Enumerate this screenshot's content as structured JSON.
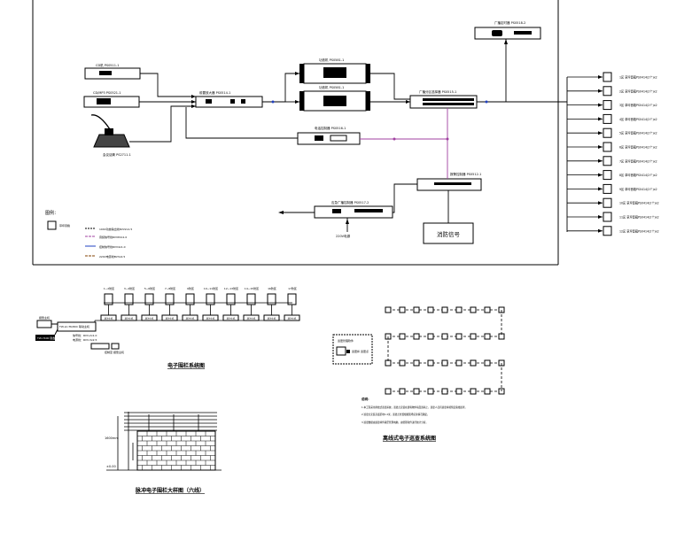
{
  "broadcast": {
    "device_labels": {
      "cd_player": "CD机 PS0511-1",
      "cd_mp3": "CD/MP3 PS0521-1",
      "mic": "会议话筒 PS2711-1",
      "preamp": "前置放大器 PS0514-1",
      "amp1": "功放机 PS0581-1",
      "amp2": "功放机 PS0581-1",
      "zone_selector": "广播分区选择器 PS0515-1",
      "alarm_control": "报警控制器 PS0512-1",
      "emergency_ctrl": "应急广播控制器 PS0517-2",
      "timer": "广播定时器 PS0518-2",
      "phone_ctrl": "电话控制器 PS0516-1",
      "power_220": "220V电源",
      "fire_signal": "消防信号"
    },
    "zones": [
      "1区 草坪音箱PS0414(2个)x2",
      "2区 草坪音箱PS0414(2个)x2",
      "3区 草坪音箱PS0414(2个)x2",
      "4区 草坪音箱PS0414(2个)x2",
      "5区 草坪音箱PS0414(2个)x2",
      "6区 草坪音箱PS0414(2个)x2",
      "7区 草坪音箱PS0414(2个)x2",
      "8区 草坪音箱PS0414(2个)x2",
      "9区 草坪音箱PS0414(2个)x2",
      "10区 草坪音箱PS0414(2个)x2",
      "11区 草坪音箱PS0414(2个)x2",
      "12区 草坪音箱PS0414(2个)x2"
    ],
    "legend": {
      "title": "图例：",
      "speaker": "草坪音箱",
      "items": [
        "100V功放输出线RVV2x1.5",
        "音频信号线RVVP2x1.0",
        "控制信号线RVV4x1.0",
        "220V电源线BV3x2.5"
      ]
    }
  },
  "fence": {
    "title": "电子围栏系统图",
    "zones": [
      "1~2防区",
      "3~4防区",
      "5~6防区",
      "7~8防区",
      "9防区",
      "10~11防区",
      "12~13防区",
      "14~15防区",
      "16防区",
      "17防区"
    ],
    "zone_sub": "脉冲主机",
    "host": "TW-LC-TK/80C 联动主机",
    "host_sub": "报警主机",
    "keyboard": "TW-7400 键盘",
    "cable1": "信号线：RVV-2x1.0",
    "cable2": "电源线：RVV-3x2.5",
    "note": "控制室 报警主机"
  },
  "fence_detail": {
    "title": "脉冲电子围栏大样图（六线）",
    "height_label": "1600mm",
    "ground_label": "±0.00"
  },
  "patrol": {
    "title": "离线式电子巡查系统图",
    "manager_box": "巡更管理软件",
    "manager_item": "巡更棒 巡更点",
    "notes_title": "说明：",
    "notes": [
      "1.本工程采用离线式巡更系统，巡更点安装在建筑物外墙及围墙上，巡更人员持巡更棒按预定路线巡查。",
      "2.巡更点安装高度距地1.4米，巡更点位置根据现场实际情况确定。",
      "3.巡更数据由巡更棒传输至管理电脑，由管理软件进行统计分析。"
    ]
  }
}
